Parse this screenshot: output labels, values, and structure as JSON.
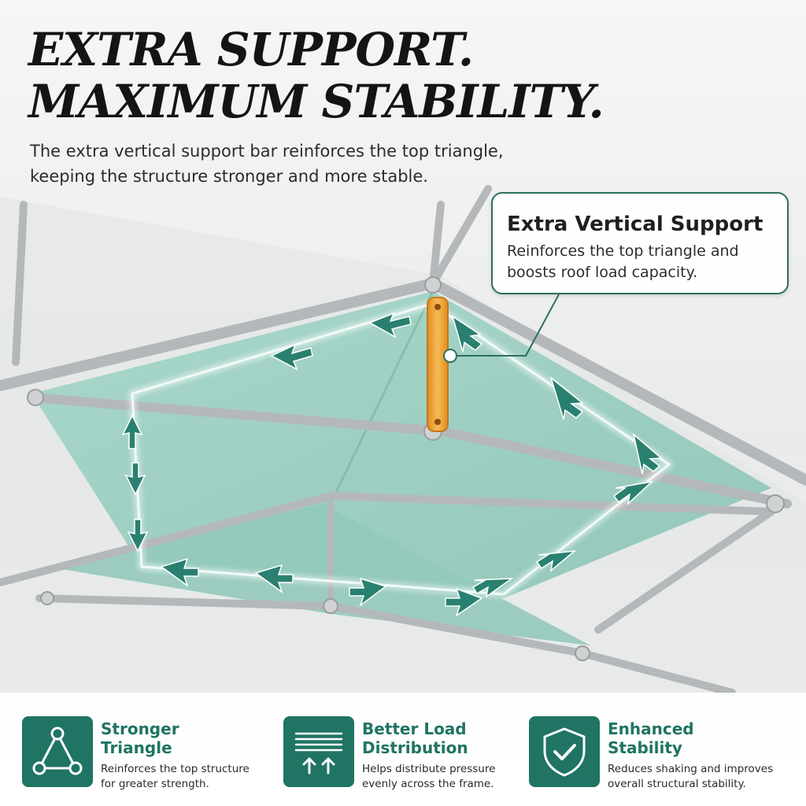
{
  "headline": {
    "line1": "EXTRA SUPPORT.",
    "line2": "MAXIMUM STABILITY."
  },
  "subtext": {
    "line1": "The extra vertical support bar reinforces the top triangle,",
    "line2": "keeping the structure stronger and more stable."
  },
  "callout": {
    "title": "Extra Vertical Support",
    "body_line1": "Reinforces the top triangle and",
    "body_line2": "boosts roof load capacity."
  },
  "features": [
    {
      "icon": "triangle-nodes-icon",
      "title_line1": "Stronger",
      "title_line2": "Triangle",
      "desc_line1": "Reinforces the top structure",
      "desc_line2": "for greater strength."
    },
    {
      "icon": "load-distribution-icon",
      "title_line1": "Better Load",
      "title_line2": "Distribution",
      "desc_line1": "Helps distribute pressure",
      "desc_line2": "evenly across the frame."
    },
    {
      "icon": "shield-check-icon",
      "title_line1": "Enhanced",
      "title_line2": "Stability",
      "desc_line1": "Reduces shaking and improves",
      "desc_line2": "overall structural stability."
    }
  ],
  "colors": {
    "accent_green": "#1f7463",
    "panel_mint": "#9fcfc4",
    "support_orange": "#f2a53a",
    "frame_gray": "#b9bcbd",
    "headline_black": "#141414"
  }
}
